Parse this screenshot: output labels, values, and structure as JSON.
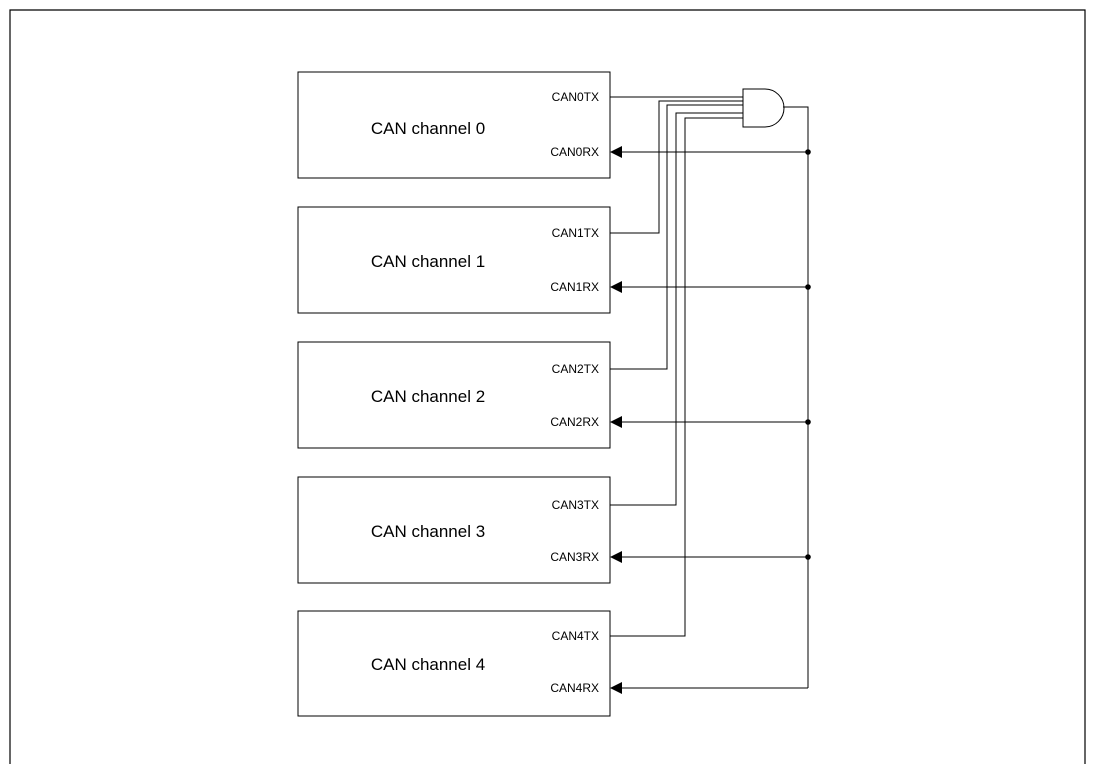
{
  "diagram": {
    "channels": [
      {
        "name": "CAN channel 0",
        "tx": "CAN0TX",
        "rx": "CAN0RX"
      },
      {
        "name": "CAN channel 1",
        "tx": "CAN1TX",
        "rx": "CAN1RX"
      },
      {
        "name": "CAN channel 2",
        "tx": "CAN2TX",
        "rx": "CAN2RX"
      },
      {
        "name": "CAN channel 3",
        "tx": "CAN3TX",
        "rx": "CAN3RX"
      },
      {
        "name": "CAN channel 4",
        "tx": "CAN4TX",
        "rx": "CAN4RX"
      }
    ],
    "line_color": "#000000",
    "background_color": "#ffffff"
  }
}
